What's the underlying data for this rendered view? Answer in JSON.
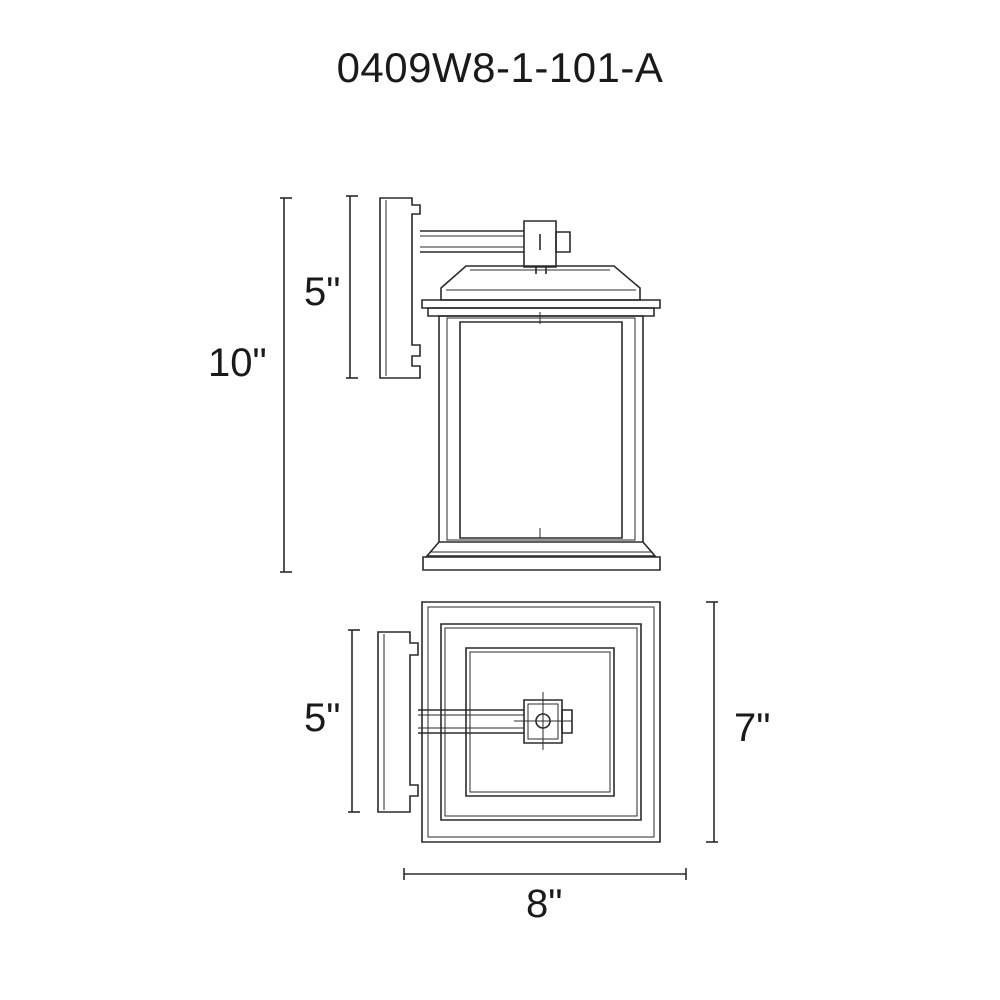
{
  "title": "0409W8-1-101-A",
  "dimensions": {
    "overall_height": "10\"",
    "backplate_height_side": "5\"",
    "backplate_height_top": "5\"",
    "depth": "7\"",
    "width": "8\""
  },
  "colors": {
    "line": "#2b2b2b",
    "text": "#1a1a1a",
    "background": "#ffffff"
  }
}
